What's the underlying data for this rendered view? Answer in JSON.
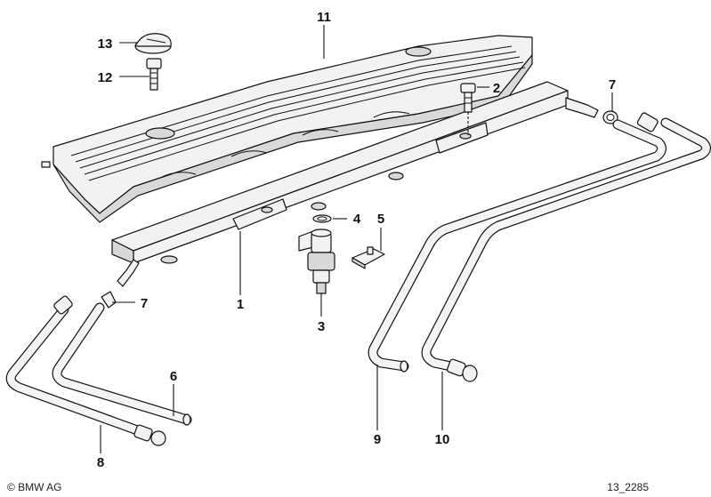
{
  "diagram": {
    "callouts": [
      {
        "id": "1",
        "label": "1"
      },
      {
        "id": "2",
        "label": "2"
      },
      {
        "id": "3",
        "label": "3"
      },
      {
        "id": "4",
        "label": "4"
      },
      {
        "id": "5",
        "label": "5"
      },
      {
        "id": "6",
        "label": "6"
      },
      {
        "id": "7a",
        "label": "7"
      },
      {
        "id": "7b",
        "label": "7"
      },
      {
        "id": "8",
        "label": "8"
      },
      {
        "id": "9",
        "label": "9"
      },
      {
        "id": "10",
        "label": "10"
      },
      {
        "id": "11",
        "label": "11"
      },
      {
        "id": "12",
        "label": "12"
      },
      {
        "id": "13",
        "label": "13"
      }
    ],
    "copyright": "© BMW AG",
    "drawing_number": "13_2285"
  }
}
